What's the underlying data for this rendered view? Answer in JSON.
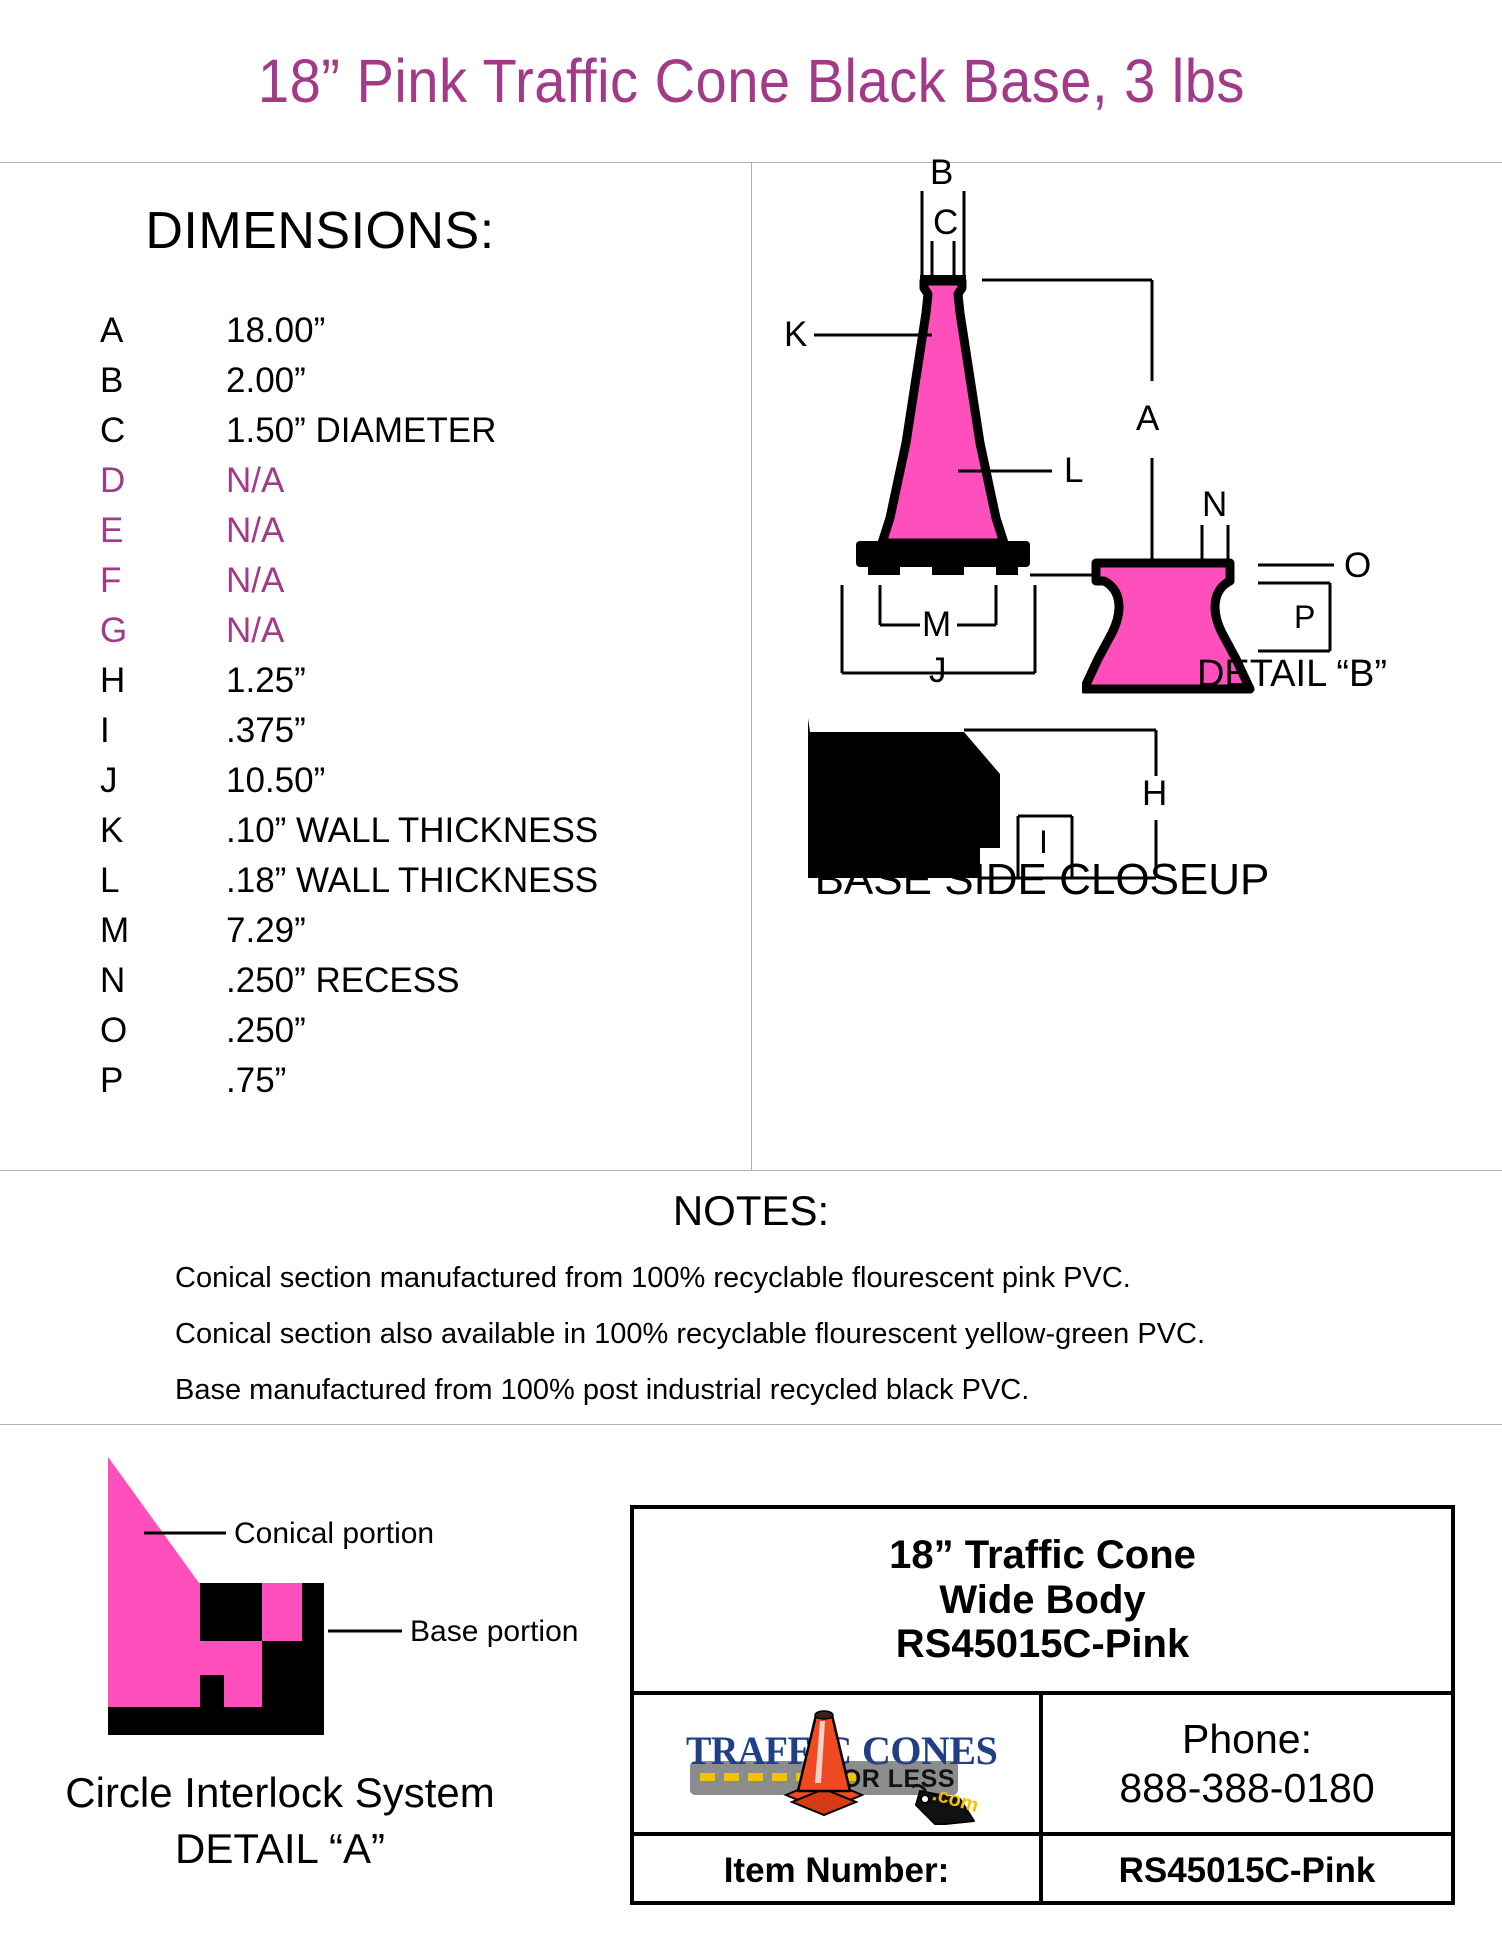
{
  "page_title": "18” Pink Traffic Cone Black Base, 3 lbs",
  "dimensions": {
    "heading": "DIMENSIONS:",
    "rows": [
      {
        "key": "A",
        "value": "18.00”",
        "na": false
      },
      {
        "key": "B",
        "value": "2.00”",
        "na": false
      },
      {
        "key": "C",
        "value": "1.50” DIAMETER",
        "na": false
      },
      {
        "key": "D",
        "value": "N/A",
        "na": true
      },
      {
        "key": "E",
        "value": "N/A",
        "na": true
      },
      {
        "key": "F",
        "value": "N/A",
        "na": true
      },
      {
        "key": "G",
        "value": "N/A",
        "na": true
      },
      {
        "key": "H",
        "value": "1.25”",
        "na": false
      },
      {
        "key": "I",
        "value": ".375”",
        "na": false
      },
      {
        "key": "J",
        "value": "10.50”",
        "na": false
      },
      {
        "key": "K",
        "value": ".10” WALL THICKNESS",
        "na": false
      },
      {
        "key": "L",
        "value": ".18” WALL THICKNESS",
        "na": false
      },
      {
        "key": "M",
        "value": "7.29”",
        "na": false
      },
      {
        "key": "N",
        "value": ".250” RECESS",
        "na": false
      },
      {
        "key": "O",
        "value": ".250”",
        "na": false
      },
      {
        "key": "P",
        "value": ".75”",
        "na": false
      }
    ]
  },
  "cone_drawing": {
    "callouts": {
      "b": "B",
      "c": "C",
      "k": "K",
      "l": "L",
      "a": "A",
      "m": "M",
      "j": "J"
    }
  },
  "detail_b": {
    "caption": "DETAIL “B”",
    "callouts": {
      "n": "N",
      "o": "O",
      "p": "P"
    }
  },
  "base_closeup": {
    "caption": "BASE SIDE CLOSEUP",
    "callouts": {
      "h": "H",
      "i": "I"
    }
  },
  "notes": {
    "heading": "NOTES:",
    "lines": [
      "Conical section manufactured from 100% recyclable flourescent pink PVC.",
      "Conical section also available in 100% recyclable flourescent yellow-green PVC.",
      "Base manufactured from 100% post industrial recycled black PVC."
    ]
  },
  "interlock": {
    "caption_line1": "Circle Interlock System",
    "caption_line2": "DETAIL “A”",
    "callout_conical": "Conical portion",
    "callout_base": "Base portion"
  },
  "title_block": {
    "name_line1": "18” Traffic Cone",
    "name_line2": "Wide Body",
    "name_line3": "RS45015C-Pink",
    "phone_label": "Phone:",
    "phone_number": "888-388-0180",
    "item_label": "Item Number:",
    "item_value": "RS45015C-Pink",
    "logo": {
      "word1": "TRAFFIC",
      "word2": "CONES",
      "tagline": "FOR LESS",
      "domain": ".com"
    }
  },
  "colors": {
    "pink": "#FF4FBC",
    "title_purple": "#A23A87",
    "logo_blue": "#1F3F86",
    "logo_orange": "#F04A23",
    "road_gray": "#8C8C8C",
    "dash_yellow": "#F2C200",
    "black": "#000000"
  }
}
